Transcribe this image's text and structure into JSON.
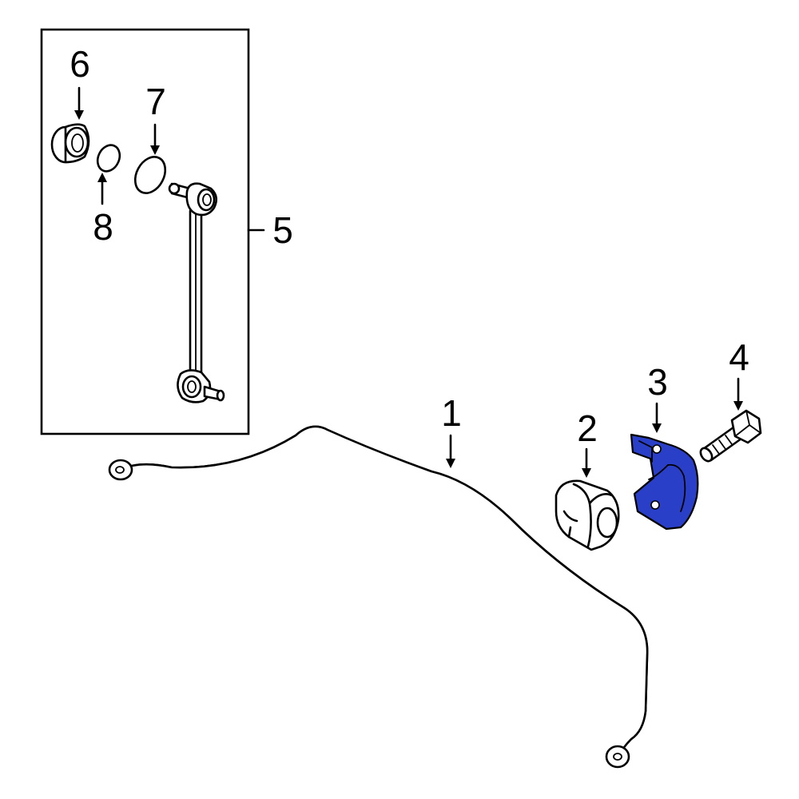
{
  "callouts": [
    {
      "id": "1",
      "label": "1"
    },
    {
      "id": "2",
      "label": "2"
    },
    {
      "id": "3",
      "label": "3"
    },
    {
      "id": "4",
      "label": "4"
    },
    {
      "id": "5",
      "label": "5"
    },
    {
      "id": "6",
      "label": "6"
    },
    {
      "id": "7",
      "label": "7"
    },
    {
      "id": "8",
      "label": "8"
    }
  ],
  "colors": {
    "highlight": "#2a3fc8",
    "line": "#000000",
    "background": "#ffffff"
  }
}
